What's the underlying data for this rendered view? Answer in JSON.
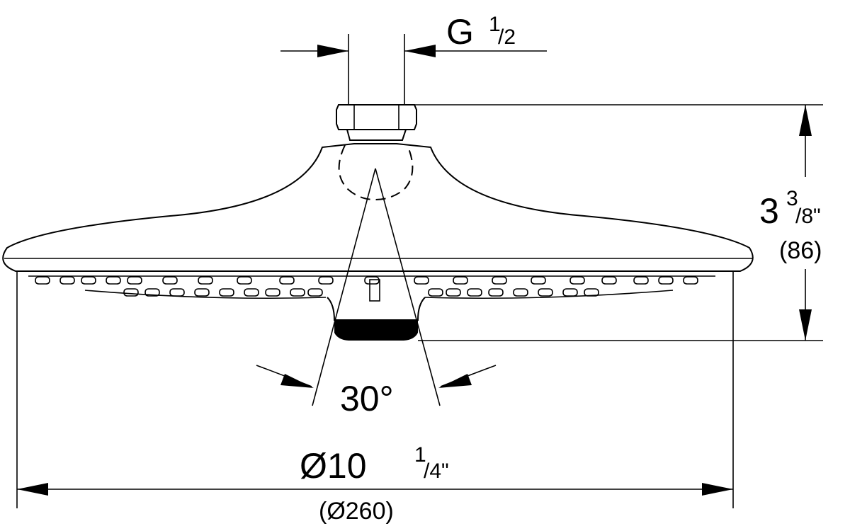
{
  "labels": {
    "thread_main": "G",
    "thread_num": "1",
    "thread_den": "/2",
    "height_main": "3",
    "height_num": "3",
    "height_den": "/8\"",
    "height_metric": "(86)",
    "angle": "30°",
    "diameter_main": "Ø10",
    "diameter_num": "1",
    "diameter_den": "/4\"",
    "diameter_metric": "(Ø260)"
  },
  "colors": {
    "line": "#000000",
    "background": "#ffffff"
  }
}
